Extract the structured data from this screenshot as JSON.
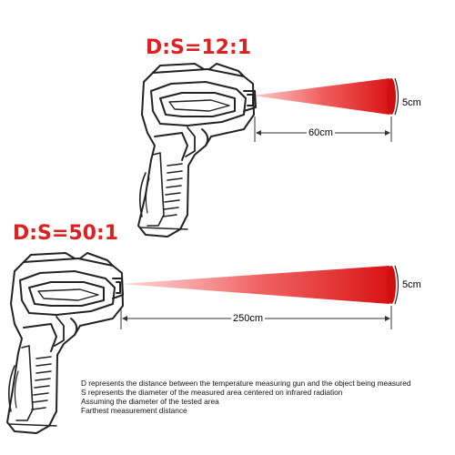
{
  "colors": {
    "beam": "#e61e1e",
    "ratio_text": "#e02020",
    "outline": "#222222"
  },
  "diagram_top": {
    "ratio": "D:S=12:1",
    "distance": "60cm",
    "spot_diameter": "5cm"
  },
  "diagram_bottom": {
    "ratio": "D:S=50:1",
    "distance": "250cm",
    "spot_diameter": "5cm"
  },
  "notes": [
    "D represents the distance between the temperature measuring gun and the object being measured",
    "S represents the diameter of the measured area centered on infrared radiation",
    "Assuming the diameter of the tested area",
    "Farthest measurement distance"
  ]
}
